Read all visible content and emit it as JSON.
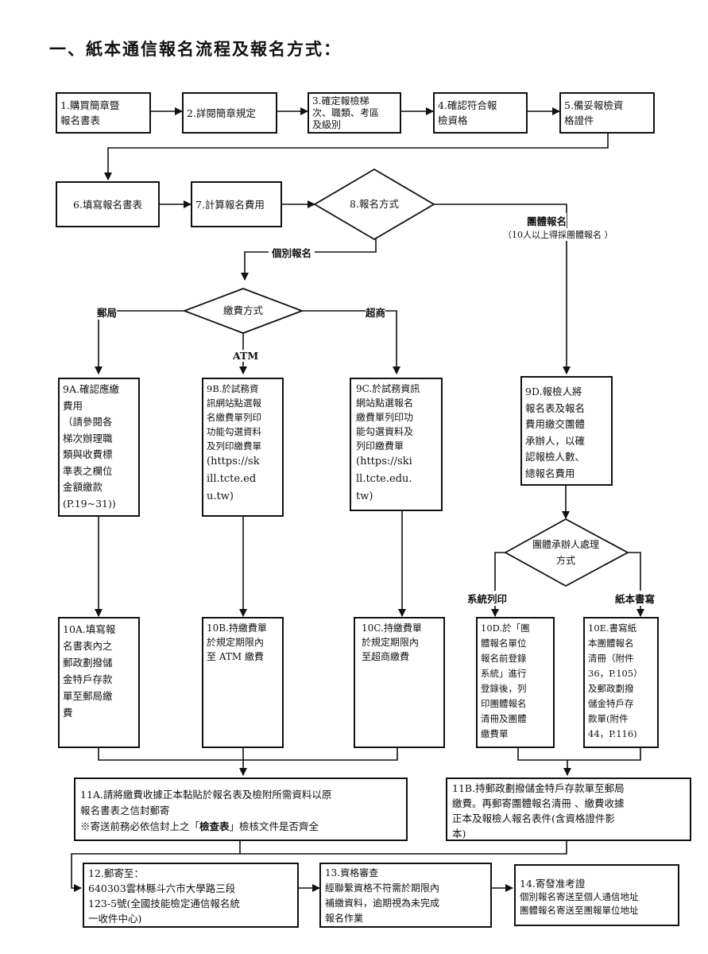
{
  "title": "一、紙本通信報名流程及報名方式：",
  "steps": {
    "s1": [
      "1.購買簡章暨",
      "報名書表"
    ],
    "s2": [
      "2.詳閱簡章規定"
    ],
    "s3": [
      "3.確定報檢梯",
      "次、職類、考區",
      "及級別"
    ],
    "s4": [
      "4.確認符合報",
      "檢資格"
    ],
    "s5": [
      "5.備妥報檢資",
      "格證件"
    ],
    "s6": [
      "6.填寫報名書表"
    ],
    "s7": [
      "7.計算報名費用"
    ],
    "s8": "8.報名方式",
    "pay_method": "繳費方式",
    "group_method": [
      "團體承辦人處理",
      "方式"
    ],
    "s9a": [
      "9A.確認應繳",
      "費用",
      "（請參閱各",
      "梯次辦理職",
      "類與收費標",
      "準表之欄位",
      "金額繳款",
      "(P.19~31))"
    ],
    "s9b": [
      "9B.於試務資",
      "訊網站點選報",
      "名繳費單列印",
      "功能勾選資料",
      "及列印繳費單",
      "(https://sk",
      "ill.tcte.ed",
      "u.tw)"
    ],
    "s9c": [
      "9C.於試務資訊",
      "網站點選報名",
      "繳費單列印功",
      "能勾選資料及",
      "列印繳費單",
      "(https://ski",
      "ll.tcte.edu.",
      "tw)"
    ],
    "s9d": [
      "9D.報檢人將",
      "報名表及報名",
      "費用繳交團體",
      "承辦人，以確",
      "認報檢人數、",
      "總報名費用"
    ],
    "s10a": [
      "10A.填寫報",
      "名書表內之",
      "郵政劃撥儲",
      "金特戶存款",
      "單至郵局繳",
      "費"
    ],
    "s10b": [
      "10B.持繳費單",
      "於規定期限內",
      "至 ATM 繳費"
    ],
    "s10c": [
      "10C.持繳費單",
      "於規定期限內",
      "至超商繳費"
    ],
    "s10d": [
      "10D.於「團",
      "體報名單位",
      "報名前登錄",
      "系統」進行",
      "登錄後，列",
      "印團體報名",
      "清冊及團體",
      "繳費單"
    ],
    "s10e": [
      "10E.書寫紙",
      "本團體報名",
      "清冊（附件",
      "36，P.105）",
      "及郵政劃撥",
      "儲金特戶存",
      "款單(附件",
      "44，P.116)"
    ],
    "s11a": {
      "line1": "11A.請將繳費收據正本黏貼於報名表及檢附所需資料以原",
      "line2": "報名書表之信封郵寄",
      "line3_pre": "※寄送前務必依信封上之「",
      "line3_bold": "檢查表",
      "line3_post": "」檢核文件是否齊全"
    },
    "s11b": [
      "11B.持郵政劃撥儲金特戶存款單至郵局",
      "繳費。再郵寄團體報名清冊 、繳費收據",
      "正本及報檢人報名表件(含資格證件影",
      "本)"
    ],
    "s12": [
      "12.郵寄至：",
      "640303雲林縣斗六市大學路三段",
      "123-5號(全國技能檢定通信報名統",
      "一收件中心)"
    ],
    "s13": [
      "13.資格審查",
      "經聯繫資格不符需於期限內",
      "補繳資料，逾期視為未完成",
      "報名作業"
    ],
    "s14": [
      "14.寄發准考證",
      "個別報名寄送至個人通信地址",
      "團體報名寄送至團報單位地址"
    ]
  },
  "branch_labels": {
    "individual": "個別報名",
    "group": "團體報名",
    "group_note": "（10人以上得採團體報名 ）",
    "post_office": "郵局",
    "atm": "ATM",
    "convenience_store": "超商",
    "system_print": "系統列印",
    "paper_write": "紙本書寫"
  }
}
